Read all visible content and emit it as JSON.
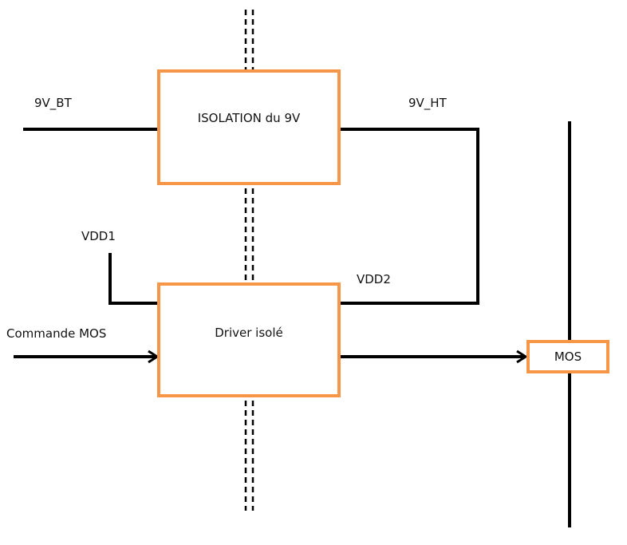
{
  "diagram": {
    "colors": {
      "box_border": "#F79646",
      "wire": "#000000",
      "text": "#111111"
    },
    "blocks": {
      "isolation": {
        "label": "ISOLATION du 9V"
      },
      "driver": {
        "label": "Driver isolé"
      },
      "mos": {
        "label": "MOS"
      }
    },
    "signals": {
      "v9_bt": "9V_BT",
      "v9_ht": "9V_HT",
      "vdd1": "VDD1",
      "vdd2": "VDD2",
      "commande": "Commande MOS"
    },
    "isolation_barrier": {
      "style": "double-dashed"
    }
  }
}
